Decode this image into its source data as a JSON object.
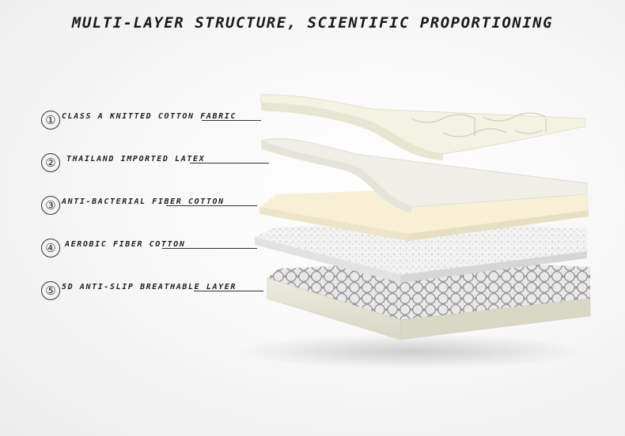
{
  "title": "MULTI-LAYER STRUCTURE, SCIENTIFIC PROPORTIONING",
  "layers": [
    {
      "number": "①",
      "label": "CLASS A KNITTED COTTON FABRIC"
    },
    {
      "number": "②",
      "label": "THAILAND IMPORTED LATEX"
    },
    {
      "number": "③",
      "label": "ANTI-BACTERIAL FIBER COTTON"
    },
    {
      "number": "④",
      "label": "AEROBIC FIBER COTTON"
    },
    {
      "number": "⑤",
      "label": "5D ANTI-SLIP BREATHABLE LAYER"
    }
  ],
  "colors": {
    "fabric": "#f1f0e2",
    "latex": "#eeeee6",
    "fiber_cotton": "#f6f0d8",
    "aerobic": "#efefef",
    "base_side": "#e3e2d2",
    "honeycomb": "#9a9a9a"
  }
}
